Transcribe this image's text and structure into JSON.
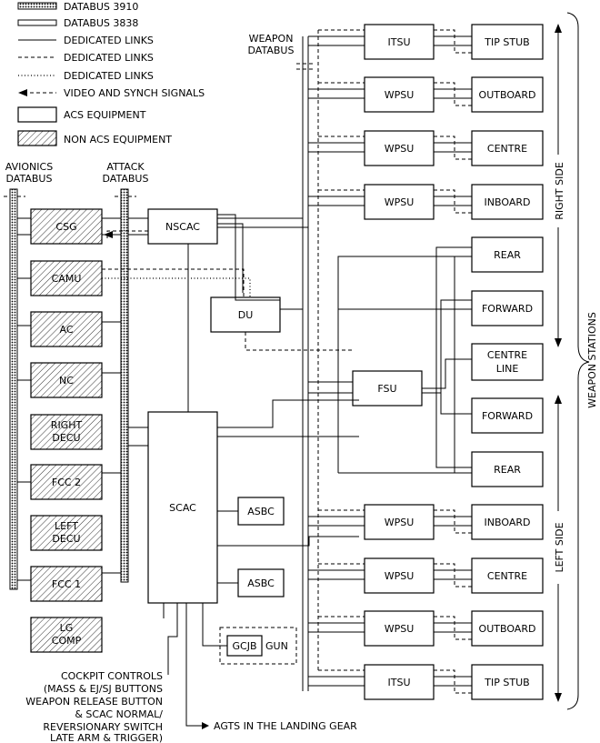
{
  "legend": {
    "databus_3910": "DATABUS 3910",
    "databus_3838": "DATABUS 3838",
    "dedicated_links_solid": "DEDICATED LINKS",
    "dedicated_links_dashed": "DEDICATED LINKS",
    "dedicated_links_dotted": "DEDICATED LINKS",
    "video_synch": "VIDEO AND SYNCH SIGNALS",
    "acs_equipment": "ACS EQUIPMENT",
    "non_acs_equipment": "NON ACS EQUIPMENT"
  },
  "buses": {
    "avionics_line1": "AVIONICS",
    "avionics_line2": "DATABUS",
    "attack_line1": "ATTACK",
    "attack_line2": "DATABUS",
    "weapon_line1": "WEAPON",
    "weapon_line2": "DATABUS"
  },
  "left_units": {
    "csg": "CSG",
    "camu": "CAMU",
    "ac": "AC",
    "nc": "NC",
    "right_decu_1": "RIGHT",
    "right_decu_2": "DECU",
    "fcc2": "FCC 2",
    "left_decu_1": "LEFT",
    "left_decu_2": "DECU",
    "fcc1": "FCC 1",
    "lg_comp_1": "LG",
    "lg_comp_2": "COMP"
  },
  "center_units": {
    "nscac": "NSCAC",
    "du": "DU",
    "scac": "SCAC",
    "asbc_upper": "ASBC",
    "asbc_lower": "ASBC",
    "gcjb": "GCJB",
    "gun": "GUN",
    "fsu": "FSU"
  },
  "station_units": {
    "itsu_top": "ITSU",
    "wpsu_1": "WPSU",
    "wpsu_2": "WPSU",
    "wpsu_3": "WPSU",
    "wpsu_4": "WPSU",
    "wpsu_5": "WPSU",
    "wpsu_6": "WPSU",
    "itsu_bottom": "ITSU"
  },
  "stations": {
    "tip_stub_right": "TIP STUB",
    "outboard_right": "OUTBOARD",
    "centre_right": "CENTRE",
    "inboard_right": "INBOARD",
    "rear_1": "REAR",
    "forward_1": "FORWARD",
    "centre_line_1": "CENTRE",
    "centre_line_2": "LINE",
    "forward_2": "FORWARD",
    "rear_2": "REAR",
    "inboard_left": "INBOARD",
    "centre_left": "CENTRE",
    "outboard_left": "OUTBOARD",
    "tip_stub_left": "TIP STUB"
  },
  "side_labels": {
    "right_side": "RIGHT SIDE",
    "left_side": "LEFT SIDE",
    "weapon_stations": "WEAPON STATIONS"
  },
  "notes": {
    "cockpit_1": "COCKPIT CONTROLS",
    "cockpit_2": "(MASS & EJ/SJ BUTTONS",
    "cockpit_3": "WEAPON RELEASE BUTTON",
    "cockpit_4": "& SCAC NORMAL/",
    "cockpit_5": "REVERSIONARY SWITCH",
    "cockpit_6": "LATE ARM & TRIGGER)",
    "agts": "AGTS IN THE LANDING GEAR"
  }
}
